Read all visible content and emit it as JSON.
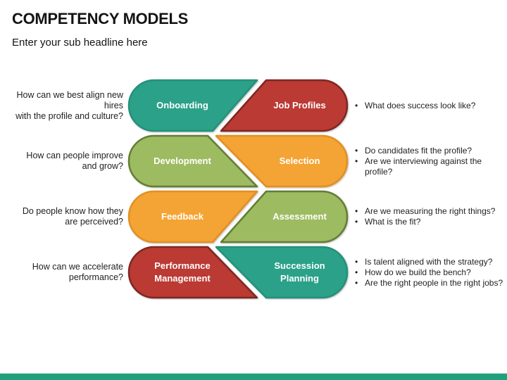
{
  "slide": {
    "title": "COMPETENCY MODELS",
    "subtitle": "Enter your sub headline here"
  },
  "colors": {
    "teal": {
      "fill": "#2AA188",
      "stroke": "#249179"
    },
    "red": {
      "fill": "#BB3A33",
      "stroke": "#7E2722"
    },
    "green": {
      "fill": "#9DBB60",
      "stroke": "#647D35"
    },
    "orange": {
      "fill": "#F4A434",
      "stroke": "#E29020"
    },
    "footer_bar": "#1FA07D",
    "footer_line": "#C9E5DD",
    "text": "#1F1F1F"
  },
  "rows": [
    {
      "question_lines": [
        "How can we best align new hires",
        "with the profile and culture?"
      ],
      "left_shape": {
        "label": "Onboarding",
        "color": "teal"
      },
      "right_shape": {
        "label": "Job Profiles",
        "color": "red"
      },
      "bullets": [
        "What does success look like?"
      ]
    },
    {
      "question_lines": [
        "How can people improve",
        "and grow?"
      ],
      "left_shape": {
        "label": "Development",
        "color": "green"
      },
      "right_shape": {
        "label": "Selection",
        "color": "orange"
      },
      "bullets": [
        "Do candidates fit the profile?",
        "Are we interviewing against the profile?"
      ]
    },
    {
      "question_lines": [
        "Do people know how they",
        "are perceived?"
      ],
      "left_shape": {
        "label": "Feedback",
        "color": "orange"
      },
      "right_shape": {
        "label": "Assessment",
        "color": "green"
      },
      "bullets": [
        "Are we measuring the right things?",
        "What is the fit?"
      ]
    },
    {
      "question_lines": [
        "How can we accelerate",
        "performance?"
      ],
      "left_shape": {
        "label": "Performance Management",
        "color": "red"
      },
      "right_shape": {
        "label": "Succession Planning",
        "color": "teal"
      },
      "bullets": [
        "Is talent aligned with the strategy?",
        "How do we build the bench?",
        "Are the right people in the right jobs?"
      ]
    }
  ]
}
